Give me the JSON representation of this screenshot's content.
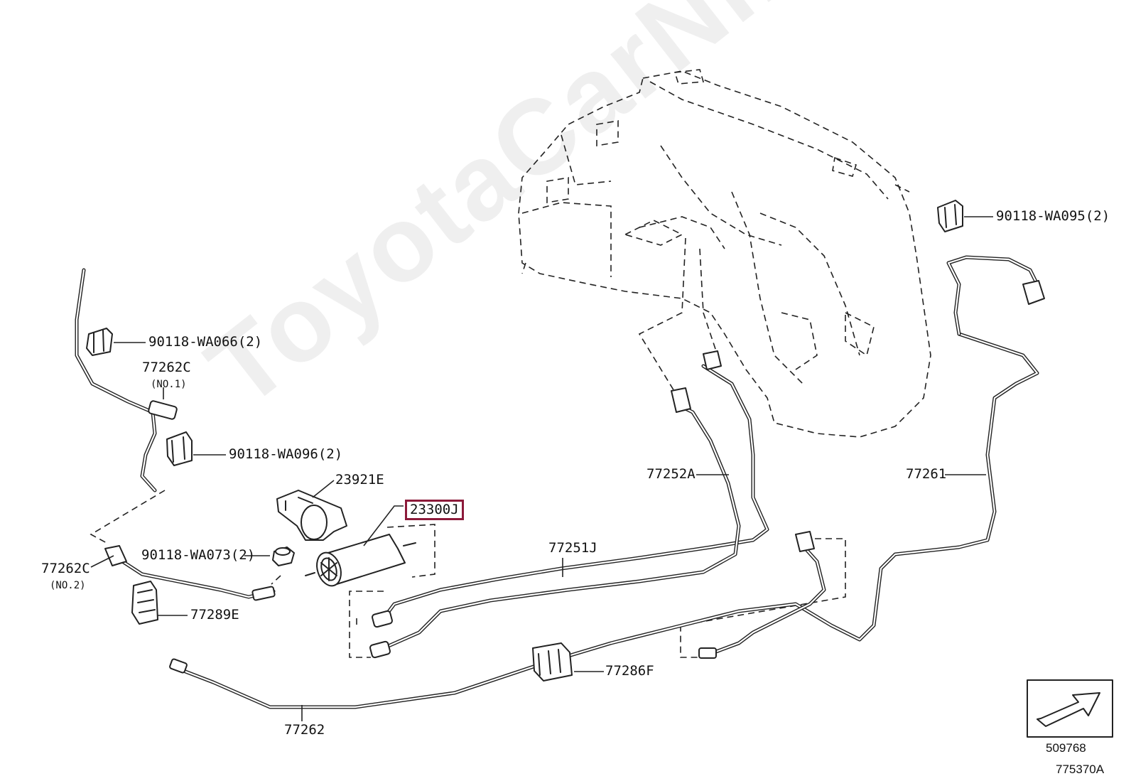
{
  "watermark": "ToyotaCarNine.ru",
  "highlight_color": "#8c1a3a",
  "labels": [
    {
      "id": "label-90118-wa066",
      "text": "90118-WA066(2)"
    },
    {
      "id": "label-77262c-no1",
      "text": "77262C"
    },
    {
      "id": "label-77262c-no1-sub",
      "text": "(NO.1)"
    },
    {
      "id": "label-90118-wa096",
      "text": "90118-WA096(2)"
    },
    {
      "id": "label-23921e",
      "text": "23921E"
    },
    {
      "id": "label-23300j",
      "text": "23300J"
    },
    {
      "id": "label-90118-wa073",
      "text": "90118-WA073(2)"
    },
    {
      "id": "label-77262c-no2",
      "text": "77262C"
    },
    {
      "id": "label-77262c-no2-sub",
      "text": "(NO.2)"
    },
    {
      "id": "label-77289e",
      "text": "77289E"
    },
    {
      "id": "label-77251j",
      "text": "77251J"
    },
    {
      "id": "label-77252a",
      "text": "77252A"
    },
    {
      "id": "label-77261",
      "text": "77261"
    },
    {
      "id": "label-90118-wa095",
      "text": "90118-WA095(2)"
    },
    {
      "id": "label-77286f",
      "text": "77286F"
    },
    {
      "id": "label-77262",
      "text": "77262"
    }
  ],
  "refs": {
    "view_ref": "509768",
    "diagram_ref": "775370A"
  }
}
